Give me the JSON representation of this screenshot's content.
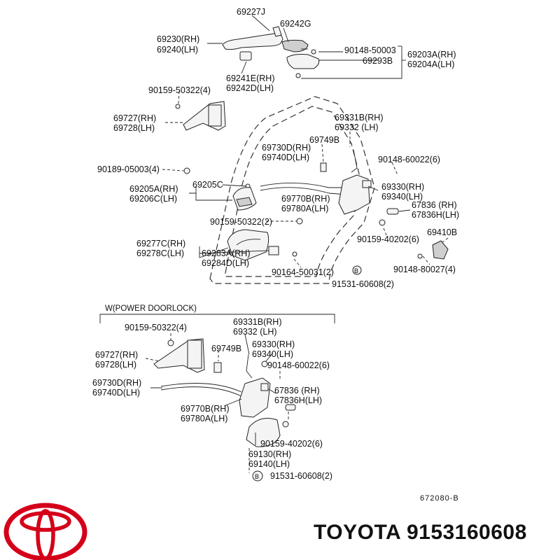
{
  "labels": {
    "l69227J": "69227J",
    "l69242G": "69242G",
    "l69230": "69230(RH)",
    "l69240": "69240(LH)",
    "l90148_50003": "90148-50003",
    "l69293B": "69293B",
    "l69203A": "69203A(RH)",
    "l69204A": "69204A(LH)",
    "l69241E": "69241E(RH)",
    "l69242D": "69242D(LH)",
    "l90159_50322_4a": "90159-50322(4)",
    "l69727a": "69727(RH)",
    "l69728a": "69728(LH)",
    "l69331Ba": "69331B(RH)",
    "l69332a": "69332 (LH)",
    "l69730Da": "69730D(RH)",
    "l69740Da": "69740D(LH)",
    "l69749Ba": "69749B",
    "l90148_60022a": "90148-60022(6)",
    "l90189_05003": "90189-05003(4)",
    "l69205C": "69205C",
    "l69205A": "69205A(RH)",
    "l69206C": "69206C(LH)",
    "l69330a": "69330(RH)",
    "l69340a": "69340(LH)",
    "l69770Ba": "69770B(RH)",
    "l69780Aa": "69780A(LH)",
    "l67836a": "67836 (RH)",
    "l67836Ha": "67836H(LH)",
    "l90159_50322_2": "90159-50322(2)",
    "l90159_40202a": "90159-40202(6)",
    "l69410B": "69410B",
    "l69277C": "69277C(RH)",
    "l69278C": "69278C(LH)",
    "l69283A": "69283A(RH)",
    "l69284D": "69284D(LH)",
    "l90148_80027": "90148-80027(4)",
    "l90164_50031": "90164-50031(2)",
    "l91531a": "91531-60608(2)",
    "bCircle": "B",
    "section_title": "W(POWER DOORLOCK)",
    "l90159_50322_4b": "90159-50322(4)",
    "l69331Bb": "69331B(RH)",
    "l69332b": "69332 (LH)",
    "l69727b": "69727(RH)",
    "l69728b": "69728(LH)",
    "l69749Bb": "69749B",
    "l69330b": "69330(RH)",
    "l69340b": "69340(LH)",
    "l90148_60022b": "90148-60022(6)",
    "l69730Db": "69730D(RH)",
    "l69740Db": "69740D(LH)",
    "l67836b": "67836 (RH)",
    "l67836Hb": "67836H(LH)",
    "l69770Bb": "69770B(RH)",
    "l69780Ab": "69780A(LH)",
    "l90159_40202b": "90159-40202(6)",
    "l69130": "69130(RH)",
    "l69140": "69140(LH)",
    "l91531b": "91531-60608(2)",
    "fig_code": "672080-B"
  },
  "brand": {
    "text": "TOYOTA 9153160608",
    "logo_color": "#d4001a"
  }
}
